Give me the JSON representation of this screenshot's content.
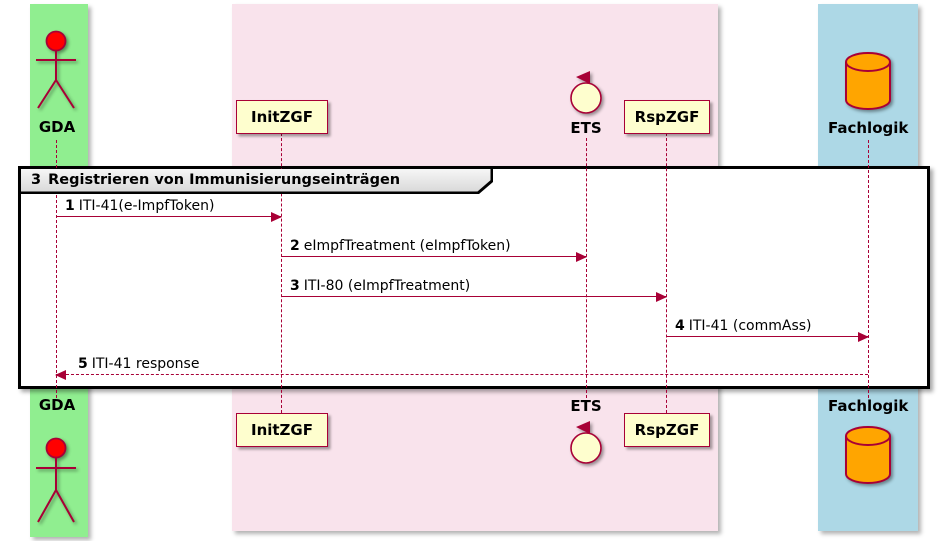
{
  "frame": {
    "number": "3",
    "title": "Registrieren von Immunisierungseinträgen"
  },
  "participants": {
    "gda": {
      "label": "GDA",
      "type": "actor"
    },
    "initzgf": {
      "label": "InitZGF",
      "type": "participant"
    },
    "ets": {
      "label": "ETS",
      "type": "control"
    },
    "rspzgf": {
      "label": "RspZGF",
      "type": "participant"
    },
    "fachlogik": {
      "label": "Fachlogik",
      "type": "database"
    }
  },
  "messages": [
    {
      "num": "1",
      "text": "ITI-41(e-ImpfToken)",
      "from": "GDA",
      "to": "InitZGF",
      "line": "solid"
    },
    {
      "num": "2",
      "text": "eImpfTreatment (eImpfToken)",
      "from": "InitZGF",
      "to": "ETS",
      "line": "solid"
    },
    {
      "num": "3",
      "text": "ITI-80 (eImpfTreatment)",
      "from": "InitZGF",
      "to": "RspZGF",
      "line": "solid"
    },
    {
      "num": "4",
      "text": "ITI-41 (commAss)",
      "from": "RspZGF",
      "to": "Fachlogik",
      "line": "solid"
    },
    {
      "num": "5",
      "text": "ITI-41 response",
      "from": "Fachlogik",
      "to": "GDA",
      "line": "dashed"
    }
  ],
  "colors": {
    "line": "#A80036",
    "participant_fill": "#FEFECE",
    "actor_zone": "#90EE90",
    "middle_zone": "#F9E3EC",
    "fachlogik_zone": "#ADD8E6",
    "database_fill": "#FFA500",
    "actor_head": "#FF0000",
    "frame_border": "#000000"
  }
}
